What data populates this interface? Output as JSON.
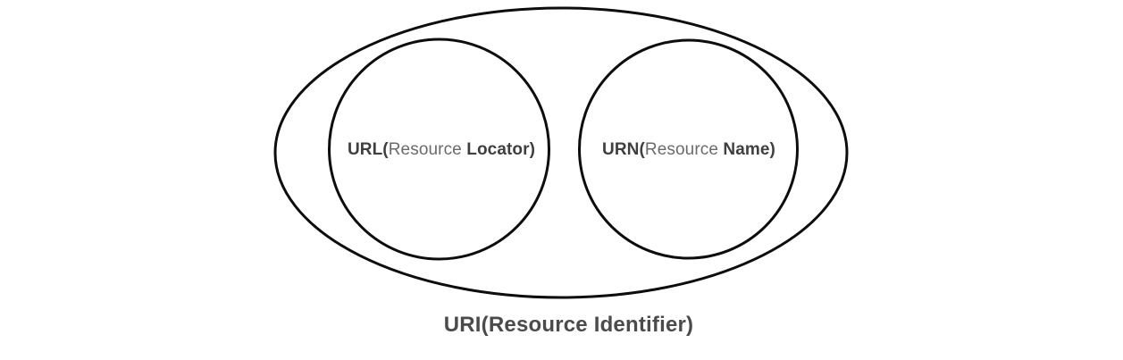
{
  "diagram": {
    "caption": "URI(Resource Identifier)",
    "circles": [
      {
        "name": "URL",
        "bold_prefix": "URL(",
        "regular_middle": "Resource ",
        "bold_suffix": "Locator)"
      },
      {
        "name": "URN",
        "bold_prefix": "URN(",
        "regular_middle": "Resource ",
        "bold_suffix": "Name)"
      }
    ]
  },
  "colors": {
    "stroke": "#0d0d0d",
    "text_bold": "#3f3f3f",
    "text_regular": "#6b6b6b",
    "caption_text": "#4b4b4b",
    "background": "#ffffff"
  }
}
